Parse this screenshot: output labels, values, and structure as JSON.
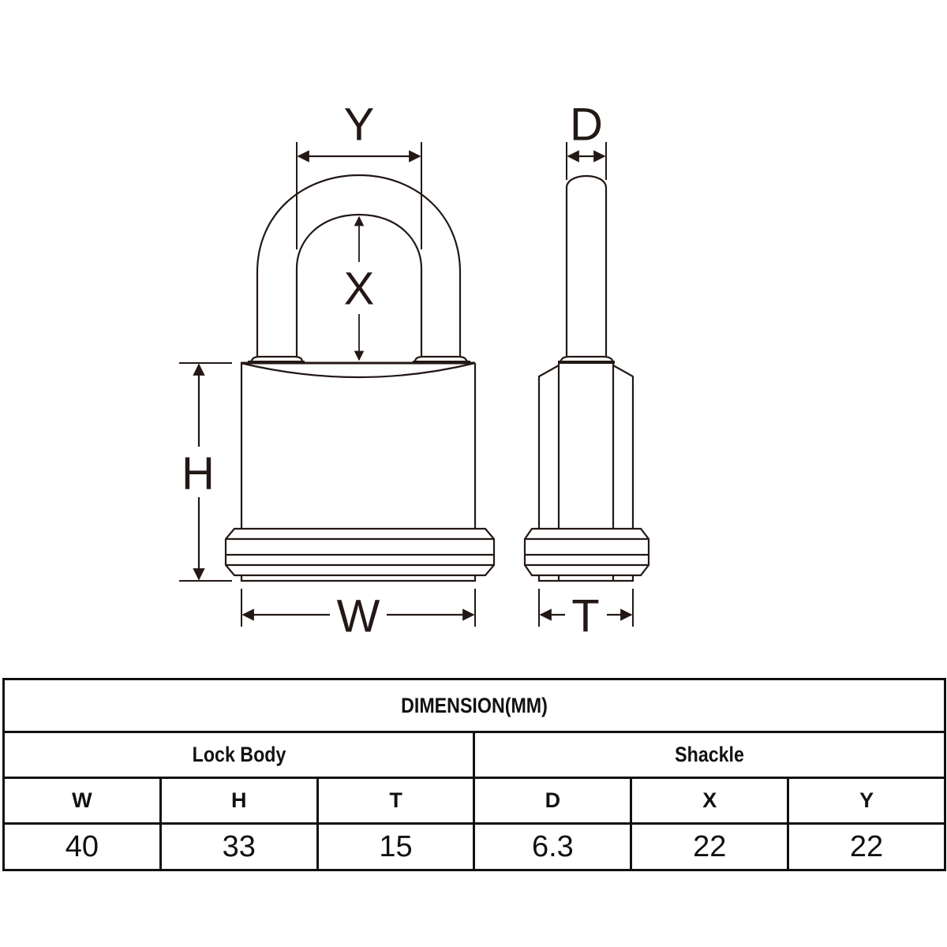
{
  "diagram": {
    "subject": "padlock",
    "views": [
      "front-view",
      "side-view"
    ],
    "line_color": "#231815",
    "dimension_labels": {
      "Y": "Y",
      "X": "X",
      "H": "H",
      "W": "W",
      "D": "D",
      "T": "T"
    }
  },
  "table": {
    "title": "DIMENSION(MM)",
    "groups": [
      {
        "label": "Lock Body",
        "span": 3
      },
      {
        "label": "Shackle",
        "span": 3
      }
    ],
    "columns": [
      "W",
      "H",
      "T",
      "D",
      "X",
      "Y"
    ],
    "values": [
      "40",
      "33",
      "15",
      "6.3",
      "22",
      "22"
    ]
  }
}
